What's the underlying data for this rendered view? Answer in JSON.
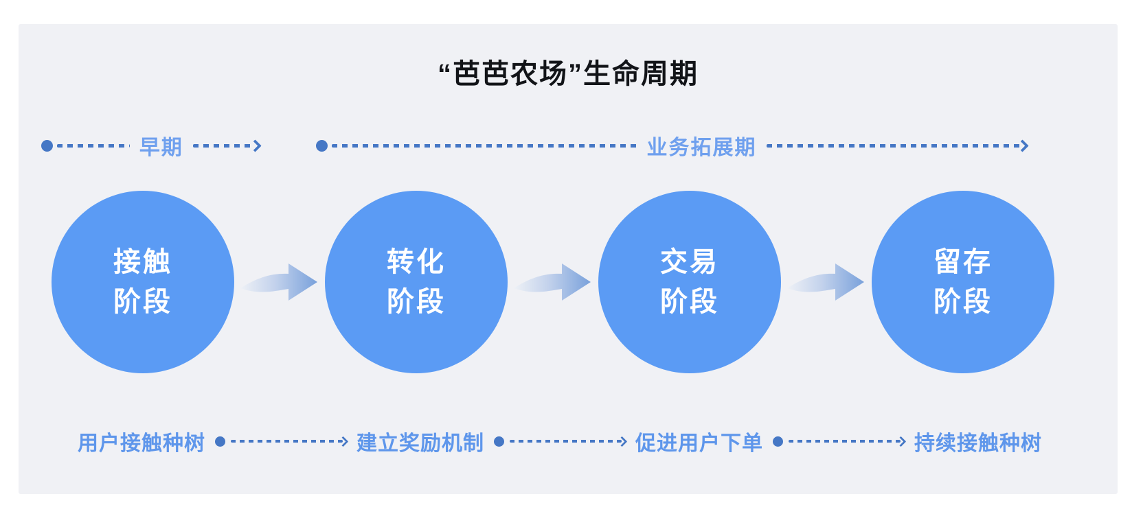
{
  "title": "“芭芭农场”生命周期",
  "colors": {
    "page_bg": "#ffffff",
    "card_bg": "#f0f1f5",
    "circle_blue": "#5b9bf4",
    "circle_text": "#ffffff",
    "timeline_dark": "#4577c5",
    "top_label_blue": "#6fa0ee",
    "bottom_label_blue": "#5e96eb",
    "title_color": "#121418",
    "arrow_grad_start": "#eef1f6",
    "arrow_grad_mid": "#c3d2ec",
    "arrow_grad_end": "#79a1db"
  },
  "timeline": {
    "segments": [
      {
        "label": "早期"
      },
      {
        "label": "业务拓展期"
      }
    ]
  },
  "stages": [
    {
      "line1": "接触",
      "line2": "阶段"
    },
    {
      "line1": "转化",
      "line2": "阶段"
    },
    {
      "line1": "交易",
      "line2": "阶段"
    },
    {
      "line1": "留存",
      "line2": "阶段"
    }
  ],
  "bottom_steps": [
    "用户接触种树",
    "建立奖励机制",
    "促进用户下单",
    "持续接触种树"
  ]
}
